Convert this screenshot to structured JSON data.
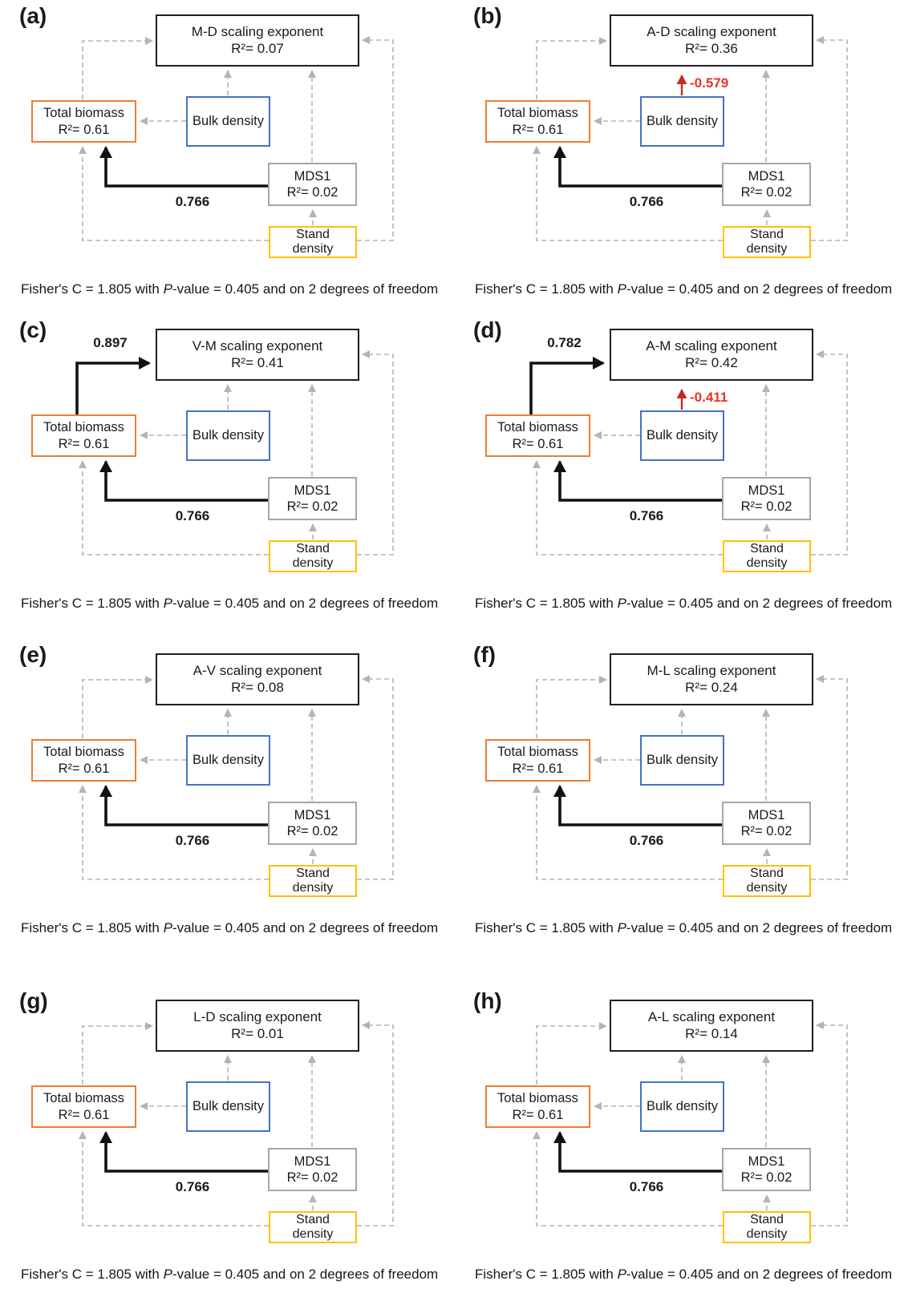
{
  "figure": {
    "background": "#ffffff",
    "colors": {
      "exponent_box_border": "#1f1f1f",
      "biomass_box_border": "#ED7D31",
      "bulk_box_border": "#4472C4",
      "mds_box_border": "#A6A6A6",
      "stand_box_border": "#FFC000",
      "dashed_path": "#B4B4B4",
      "solid_path": "#111111",
      "negative_path": "#C22B21",
      "negative_label": "#EE3123"
    },
    "shared": {
      "total_biomass": {
        "name": "Total biomass",
        "r2": "R²= 0.61"
      },
      "bulk_density": {
        "name": "Bulk density"
      },
      "mds1": {
        "name": "MDS1",
        "r2": "R²= 0.02"
      },
      "stand_density": {
        "name": "Stand density"
      },
      "mds1_to_biomass_coefficient": "0.766"
    },
    "fisher_note": {
      "prefix": "Fisher's C = 1.805 with ",
      "italic_term": "P",
      "suffix": "-value = 0.405 and on 2 degrees of freedom"
    },
    "panels": [
      {
        "label": "(a)",
        "title": "M-D scaling exponent",
        "r2": "R²= 0.07",
        "biomass_to_exponent": "dashed",
        "bulk_to_exponent": "dashed",
        "biomass_coefficient": "",
        "bulk_coefficient": ""
      },
      {
        "label": "(b)",
        "title": "A-D scaling exponent",
        "r2": "R²= 0.36",
        "biomass_to_exponent": "dashed",
        "bulk_to_exponent": "negative",
        "biomass_coefficient": "",
        "bulk_coefficient": "-0.579"
      },
      {
        "label": "(c)",
        "title": "V-M scaling exponent",
        "r2": "R²= 0.41",
        "biomass_to_exponent": "solid",
        "bulk_to_exponent": "dashed",
        "biomass_coefficient": "0.897",
        "bulk_coefficient": ""
      },
      {
        "label": "(d)",
        "title": "A-M scaling exponent",
        "r2": "R²= 0.42",
        "biomass_to_exponent": "solid",
        "bulk_to_exponent": "negative",
        "biomass_coefficient": "0.782",
        "bulk_coefficient": "-0.411"
      },
      {
        "label": "(e)",
        "title": "A-V scaling exponent",
        "r2": "R²= 0.08",
        "biomass_to_exponent": "dashed",
        "bulk_to_exponent": "dashed",
        "biomass_coefficient": "",
        "bulk_coefficient": ""
      },
      {
        "label": "(f)",
        "title": "M-L scaling exponent",
        "r2": "R²= 0.24",
        "biomass_to_exponent": "dashed",
        "bulk_to_exponent": "dashed",
        "biomass_coefficient": "",
        "bulk_coefficient": ""
      },
      {
        "label": "(g)",
        "title": "L-D scaling exponent",
        "r2": "R²= 0.01",
        "biomass_to_exponent": "dashed",
        "bulk_to_exponent": "dashed",
        "biomass_coefficient": "",
        "bulk_coefficient": ""
      },
      {
        "label": "(h)",
        "title": "A-L scaling exponent",
        "r2": "R²= 0.14",
        "biomass_to_exponent": "dashed",
        "bulk_to_exponent": "dashed",
        "biomass_coefficient": "",
        "bulk_coefficient": ""
      }
    ]
  }
}
